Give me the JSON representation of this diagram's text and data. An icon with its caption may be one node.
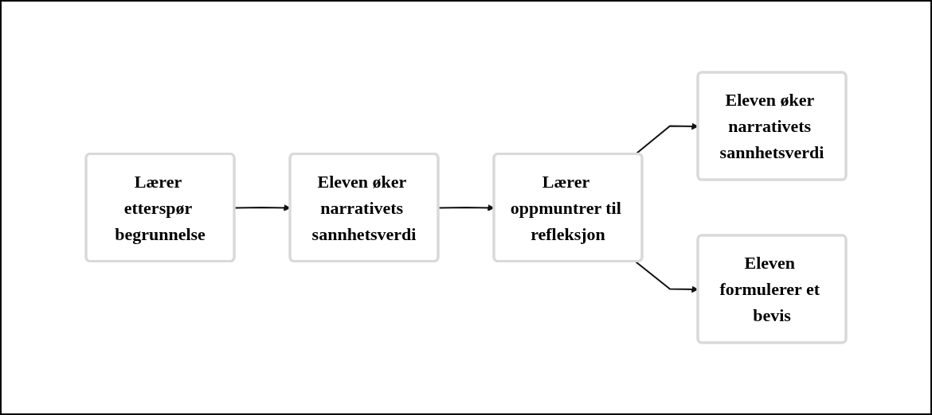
{
  "diagram": {
    "nodes": [
      {
        "text": [
          "Lærer etterspør begrunnelse"
        ]
      },
      {
        "text": [
          "Eleven øker narrativets sannhetsverdi"
        ]
      },
      {
        "text": [
          "Lærer oppmuntrer til refleksjon"
        ]
      },
      {
        "text": [
          "Eleven øker narrativets sannhetsverdi"
        ]
      },
      {
        "text": [
          "Eleven formulerer et bevis"
        ]
      }
    ],
    "edges": [
      {
        "from": 0,
        "to": 1,
        "arrow": "to"
      },
      {
        "from": 1,
        "to": 2,
        "arrow": "to"
      },
      {
        "from": 2,
        "to": 3,
        "arrow": "to"
      },
      {
        "from": 2,
        "to": 4,
        "arrow": "to"
      }
    ]
  }
}
